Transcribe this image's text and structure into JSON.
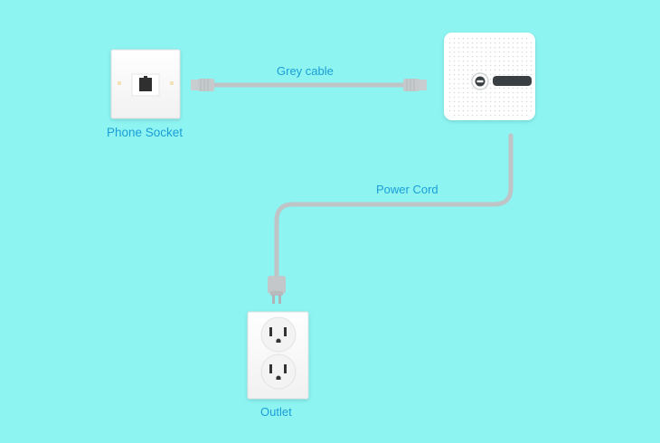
{
  "labels": {
    "phone_socket": "Phone Socket",
    "grey_cable": "Grey cable",
    "power_cord": "Power Cord",
    "outlet": "Outlet"
  },
  "colors": {
    "background": "#8ef4f2",
    "label_text": "#1a9ed6",
    "cable": "#bfc4c6",
    "device_body": "#ffffff",
    "device_slot": "#3a3f44"
  },
  "icons": {
    "phone_socket": "rj11-wall-socket-icon",
    "device": "router-box-icon",
    "device_logo": "logo-icon",
    "plug": "power-plug-icon",
    "outlet": "duplex-outlet-icon"
  }
}
